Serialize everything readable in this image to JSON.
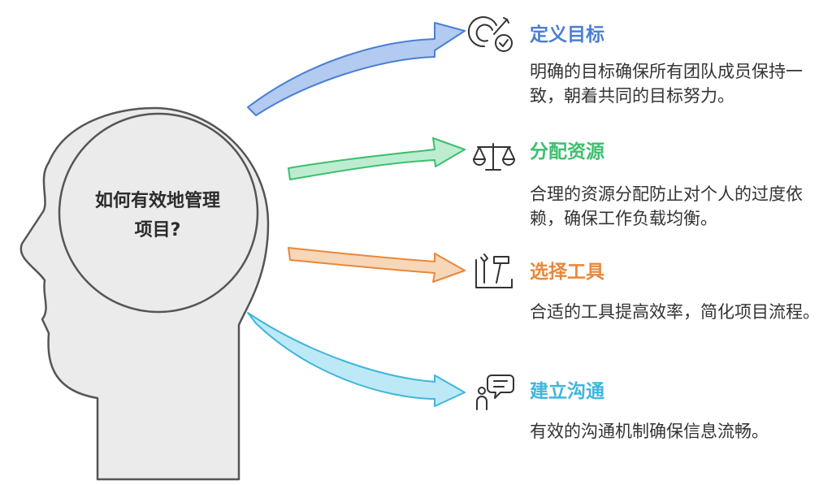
{
  "center": {
    "line1": "如何有效地管理",
    "line2": "项目?"
  },
  "items": [
    {
      "title": "定义目标",
      "desc": "明确的目标确保所有团队成员保持一致，朝着共同的目标努力。",
      "color": "#4a7fd4",
      "icon": "target-check-icon"
    },
    {
      "title": "分配资源",
      "desc": "合理的资源分配防止对个人的过度依赖，确保工作负载均衡。",
      "color": "#3dbf6e",
      "icon": "balance-scale-icon"
    },
    {
      "title": "选择工具",
      "desc": "合适的工具提高效率，简化项目流程。",
      "color": "#e8883a",
      "icon": "tools-icon"
    },
    {
      "title": "建立沟通",
      "desc": "有效的沟通机制确保信息流畅。",
      "color": "#3fb6dc",
      "icon": "person-speech-icon"
    }
  ]
}
